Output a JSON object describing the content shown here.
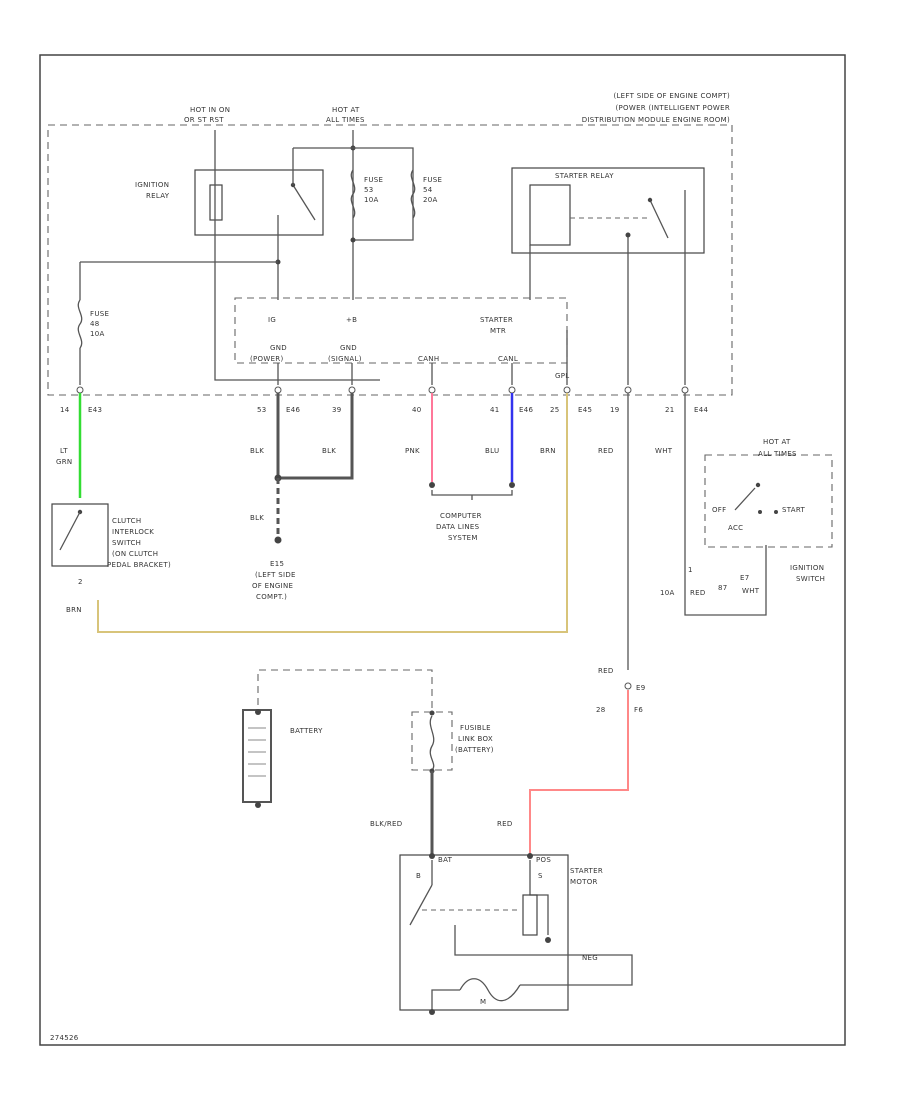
{
  "diagram": {
    "title_block": [
      "(LEFT SIDE OF ENGINE COMPT)",
      "(POWER (INTELLIGENT POWER",
      "DISTRIBUTION MODULE ENGINE ROOM)"
    ],
    "hot_run_start": [
      "HOT IN ON",
      "OR ST RST"
    ],
    "hot_at_all_times_top": [
      "HOT AT",
      "ALL TIMES"
    ],
    "ignition_relay": [
      "IGNITION",
      "RELAY"
    ],
    "fuse_10a": [
      "FUSE",
      "53",
      "10A"
    ],
    "fuse_20a": [
      "FUSE",
      "54",
      "20A"
    ],
    "starter_relay": "STARTER RELAY",
    "fuse_clutch": [
      "FUSE",
      "48",
      "10A"
    ],
    "module_pins": {
      "ig": "IG",
      "b": "+B",
      "starter": [
        "STARTER",
        "MTR"
      ]
    },
    "module_grounds": {
      "gnd_power": [
        "GND",
        "(POWER)"
      ],
      "gnd_signal": [
        "GND",
        "(SIGNAL)"
      ],
      "canh": "CANH",
      "canl": "CANL",
      "gpl": "GPL"
    },
    "connector_pins": {
      "p14": "14",
      "e43": "E43",
      "p53": "53",
      "e46": "E46",
      "p39": "39",
      "p40": "40",
      "p41": "41",
      "e46b": "E46",
      "p25": "25",
      "e45": "E45",
      "p19": "19",
      "p21": "21",
      "e44": "E44"
    },
    "wire_labels": {
      "lt_grn": [
        "LT",
        "GRN"
      ],
      "blk1": "BLK",
      "blk2": "BLK",
      "pnk": "PNK",
      "blu": "BLU",
      "brn": "BRN",
      "red": "RED",
      "wht": "WHT",
      "blk3": "BLK",
      "brn_bottom": "BRN",
      "red_mid": "RED",
      "blk_red": "BLK/RED",
      "red_bottom": "RED"
    },
    "clutch_switch": [
      "CLUTCH",
      "INTERLOCK",
      "SWITCH",
      "(ON CLUTCH",
      "PEDAL BRACKET)"
    ],
    "clutch_pin": "2",
    "ground": [
      "E15",
      "(LEFT SIDE",
      "OF ENGINE",
      "COMPT.)"
    ],
    "data_lines": [
      "COMPUTER",
      "DATA LINES",
      "SYSTEM"
    ],
    "hot_at_all_times_ign": [
      "HOT AT",
      "ALL TIMES"
    ],
    "ign_positions": {
      "off": "OFF",
      "acc": "ACC",
      "start": "START"
    },
    "ign_pins": {
      "p1": "1",
      "e7": "E7",
      "p10a": "10A",
      "ign_red": "RED",
      "p87": "87",
      "wht2": "WHT"
    },
    "ign_switch": [
      "IGNITION",
      "SWITCH"
    ],
    "battery": "BATTERY",
    "fusible_link": [
      "FUSIBLE",
      "LINK BOX",
      "(BATTERY)"
    ],
    "splice": {
      "e9": "E9",
      "p28": "28",
      "f6": "F6"
    },
    "starter_motor": [
      "STARTER",
      "MOTOR"
    ],
    "motor_pins": {
      "bat": "BAT",
      "pos": "POS",
      "b": "B",
      "s": "S",
      "m": "M",
      "neg": "NEG"
    },
    "footer_id": "274526"
  }
}
